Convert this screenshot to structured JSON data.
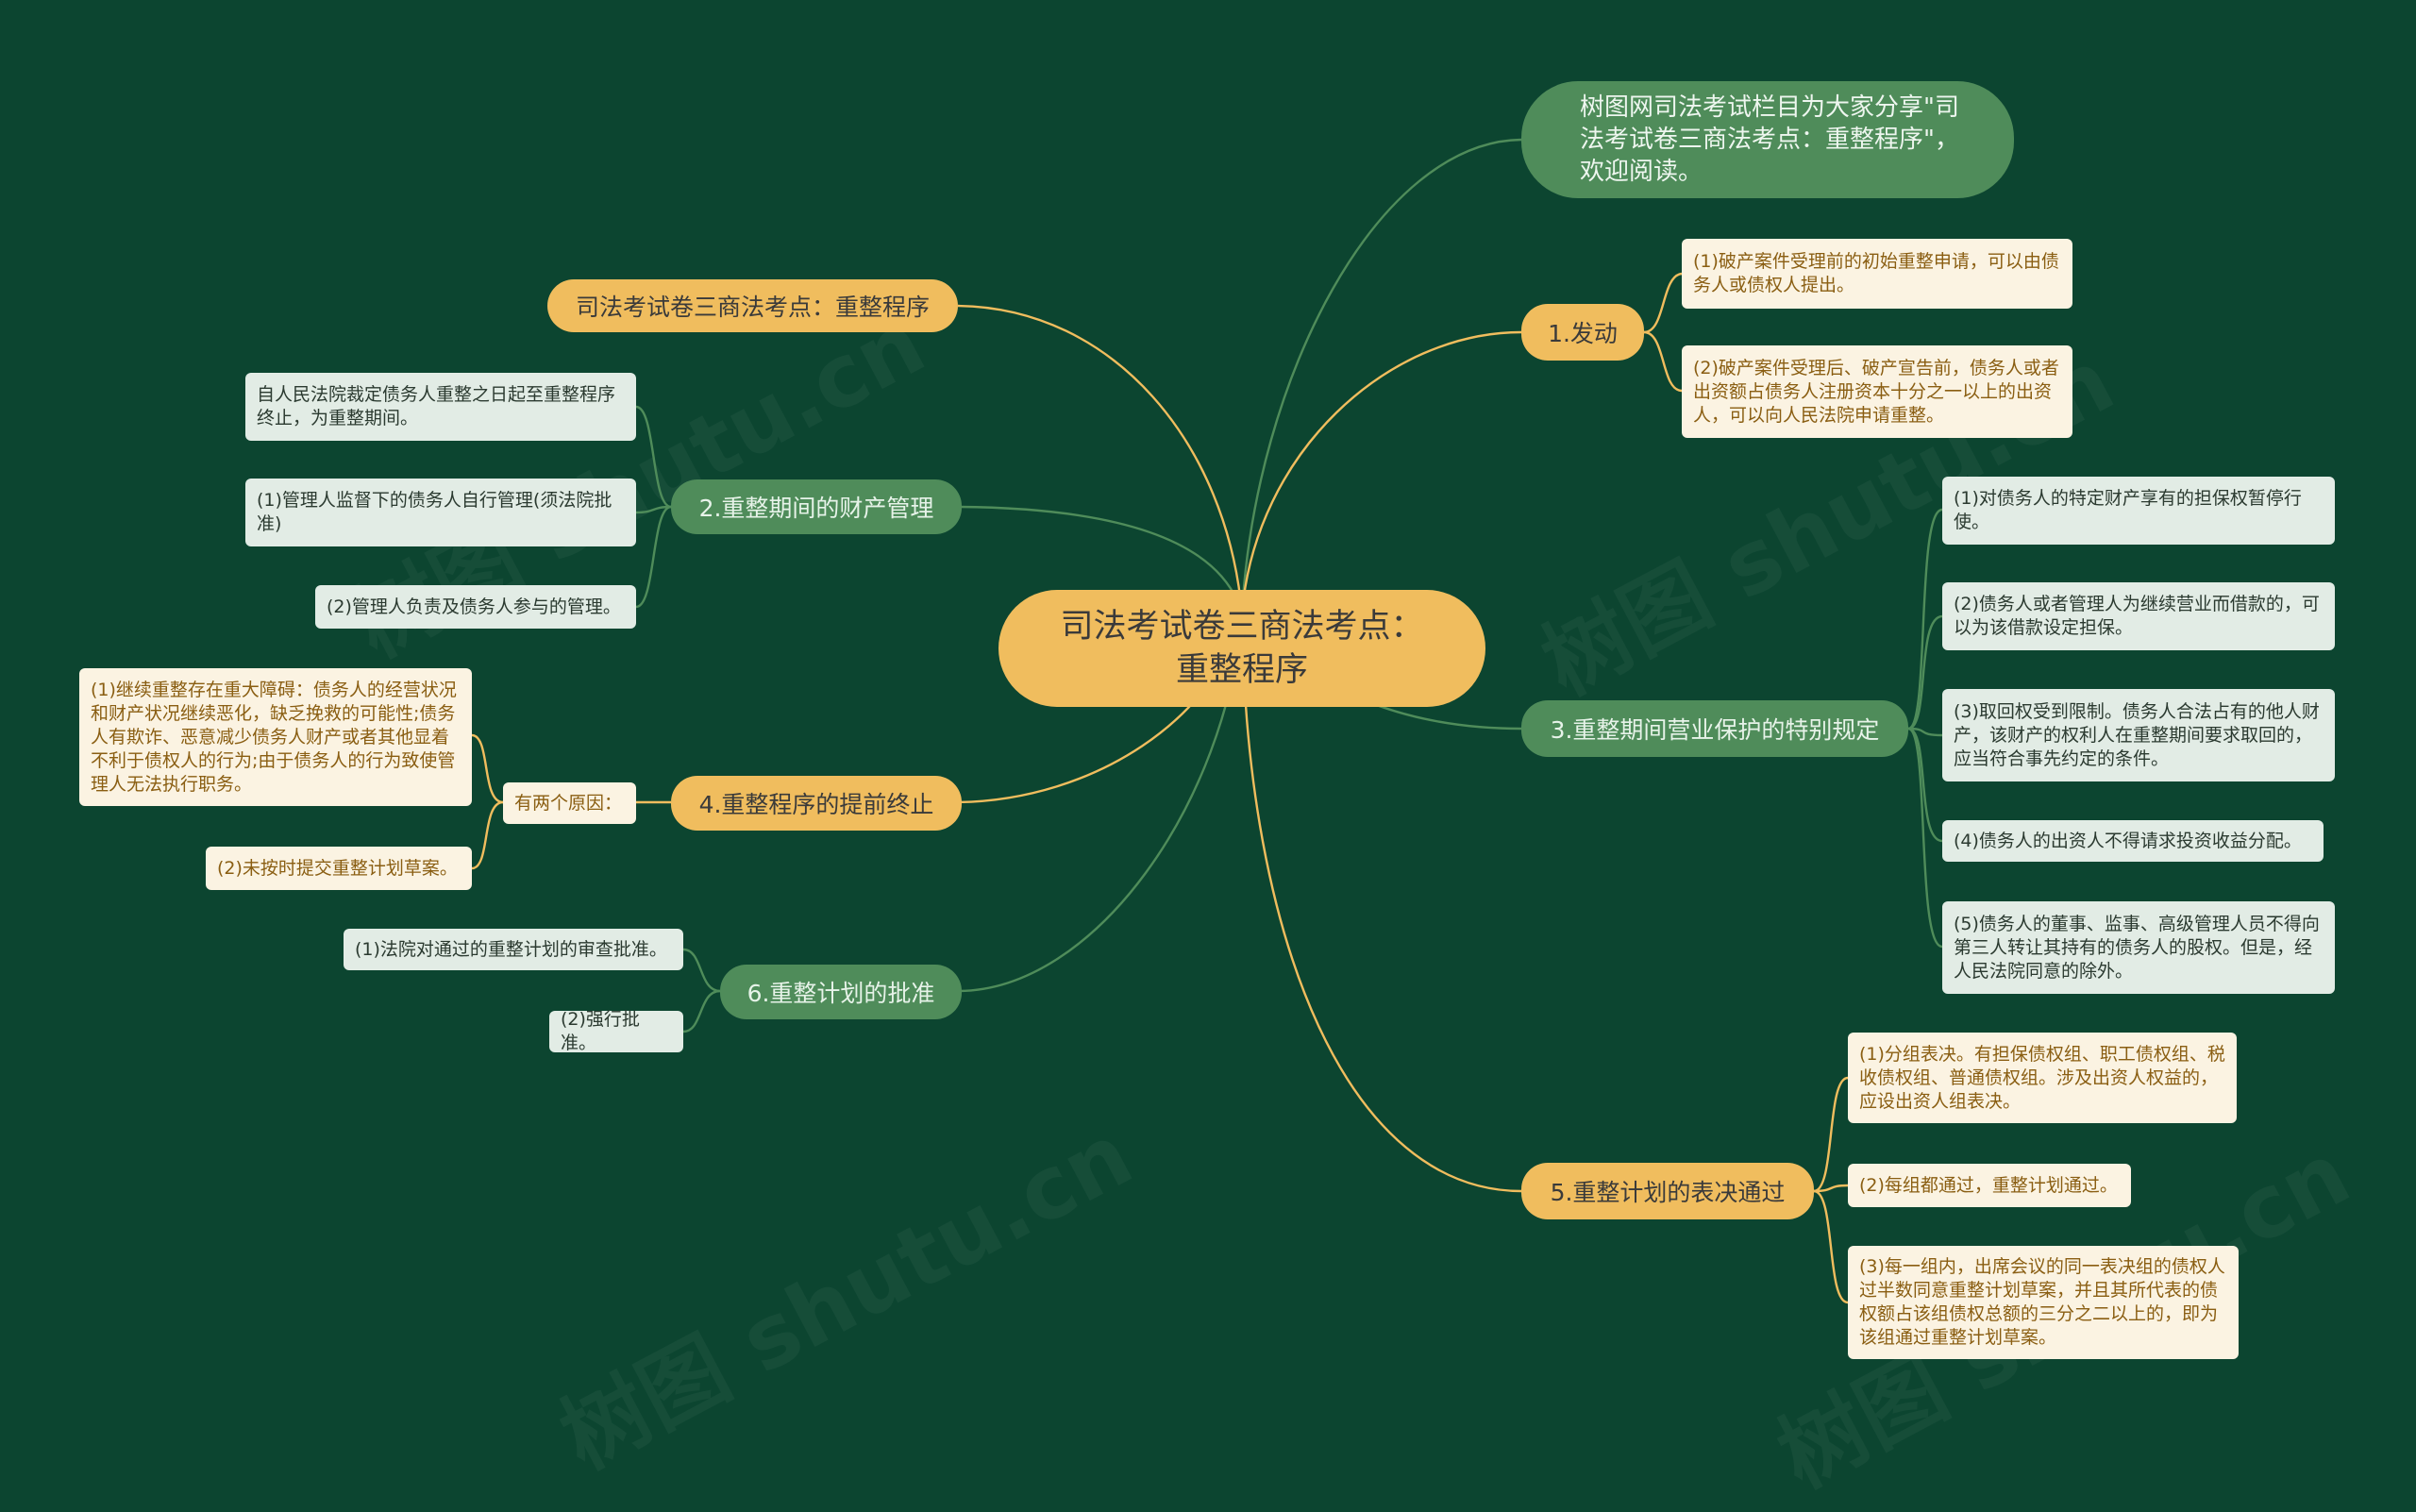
{
  "center": {
    "title": "司法考试卷三商法考点：\n重整程序"
  },
  "intro": "树图网司法考试栏目为大家分享\"司法考试卷三商法考点：重整程序\"，欢迎阅读。",
  "watermark": "树图 shutu.cn",
  "colors": {
    "background": "#0c4530",
    "yellow": "#f0bd5e",
    "green": "#4f8c5a",
    "leaf_yellow": "#fbf3e2",
    "leaf_green": "#e2ece5"
  },
  "left": {
    "title_pill": "司法考试卷三商法考点：重整程序",
    "b2": {
      "label": "2.重整期间的财产管理",
      "leaves": [
        "自人民法院裁定债务人重整之日起至重整程序终止，为重整期间。",
        "(1)管理人监督下的债务人自行管理(须法院批准)",
        "(2)管理人负责及债务人参与的管理。"
      ]
    },
    "b4": {
      "label": "4.重整程序的提前终止",
      "mid": "有两个原因：",
      "leaves": [
        "(1)继续重整存在重大障碍：债务人的经营状况和财产状况继续恶化，缺乏挽救的可能性;债务人有欺诈、恶意减少债务人财产或者其他显着不利于债权人的行为;由于债务人的行为致使管理人无法执行职务。",
        "(2)未按时提交重整计划草案。"
      ]
    },
    "b6": {
      "label": "6.重整计划的批准",
      "leaves": [
        "(1)法院对通过的重整计划的审查批准。",
        "(2)强行批准。"
      ]
    }
  },
  "right": {
    "b1": {
      "label": "1.发动",
      "leaves": [
        "(1)破产案件受理前的初始重整申请，可以由债务人或债权人提出。",
        "(2)破产案件受理后、破产宣告前，债务人或者出资额占债务人注册资本十分之一以上的出资人，可以向人民法院申请重整。"
      ]
    },
    "b3": {
      "label": "3.重整期间营业保护的特别规定",
      "leaves": [
        "(1)对债务人的特定财产享有的担保权暂停行使。",
        "(2)债务人或者管理人为继续营业而借款的，可以为该借款设定担保。",
        "(3)取回权受到限制。债务人合法占有的他人财产，该财产的权利人在重整期间要求取回的，应当符合事先约定的条件。",
        "(4)债务人的出资人不得请求投资收益分配。",
        "(5)债务人的董事、监事、高级管理人员不得向第三人转让其持有的债务人的股权。但是，经人民法院同意的除外。"
      ]
    },
    "b5": {
      "label": "5.重整计划的表决通过",
      "leaves": [
        "(1)分组表决。有担保债权组、职工债权组、税收债权组、普通债权组。涉及出资人权益的，应设出资人组表决。",
        "(2)每组都通过，重整计划通过。",
        "(3)每一组内，出席会议的同一表决组的债权人过半数同意重整计划草案，并且其所代表的债权额占该组债权总额的三分之二以上的，即为该组通过重整计划草案。"
      ]
    }
  }
}
